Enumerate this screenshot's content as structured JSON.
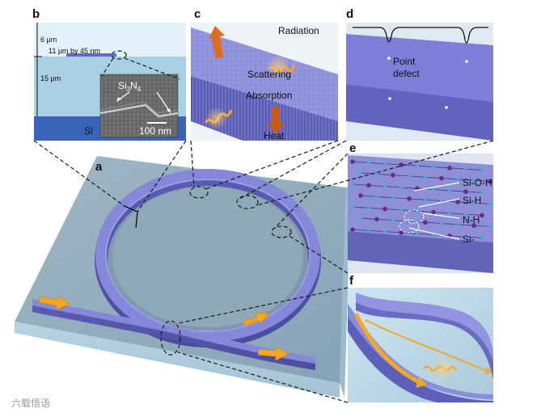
{
  "panels": {
    "a": {
      "label": "a"
    },
    "b": {
      "label": "b",
      "top_cladding": "6 μm",
      "core_dims": "11 μm by 45 nm",
      "bottom_cladding": "15 μm",
      "substrate": "Si",
      "material": "Si",
      "material_sub": "3",
      "material_n": "N",
      "material_sub2": "4",
      "scale_bar": "100 nm"
    },
    "c": {
      "label": "c",
      "radiation": "Radiation",
      "scattering": "Scattering",
      "absorption": "Absorption",
      "heat": "Heat"
    },
    "d": {
      "label": "d",
      "defect_line1": "Point",
      "defect_line2": "defect"
    },
    "e": {
      "label": "e",
      "bonds": [
        "Si-O-H",
        "Si-H",
        "N-H",
        "Si-"
      ]
    },
    "f": {
      "label": "f"
    }
  },
  "watermark": "六载悟语",
  "colors": {
    "waveguide": "#7d7fd6",
    "cladding": "#c9e2ee",
    "substrate": "#3a64b8",
    "arrow": "#f0a020"
  }
}
